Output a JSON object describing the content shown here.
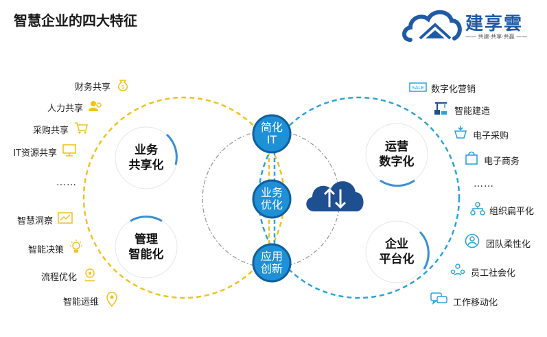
{
  "title": "智慧企业的四大特征",
  "logo": {
    "name": "建享雲",
    "tagline": "共建·共享·共赢"
  },
  "left_circle": {
    "clusters": [
      {
        "label_line1": "业务",
        "label_line2": "共享化"
      },
      {
        "label_line1": "管理",
        "label_line2": "智能化"
      }
    ],
    "items": [
      {
        "label": "财务共享",
        "icon": "money-bag-icon"
      },
      {
        "label": "人力共享",
        "icon": "people-icon"
      },
      {
        "label": "采购共享",
        "icon": "cart-icon"
      },
      {
        "label": "IT资源共享",
        "icon": "monitor-icon"
      },
      {
        "label": "智慧洞察",
        "icon": "chart-board-icon"
      },
      {
        "label": "智能决策",
        "icon": "lightbulb-icon"
      },
      {
        "label": "流程优化",
        "icon": "flow-icon"
      },
      {
        "label": "智能运维",
        "icon": "location-pin-icon"
      }
    ],
    "ellipsis": "……"
  },
  "right_circle": {
    "clusters": [
      {
        "label_line1": "运营",
        "label_line2": "数字化"
      },
      {
        "label_line1": "企业",
        "label_line2": "平台化"
      }
    ],
    "items": [
      {
        "label": "数字化营销",
        "icon": "sale-tag-icon"
      },
      {
        "label": "智能建造",
        "icon": "crane-icon"
      },
      {
        "label": "电子采购",
        "icon": "basket-icon"
      },
      {
        "label": "电子商务",
        "icon": "shopping-bag-icon"
      },
      {
        "label": "组织扁平化",
        "icon": "org-chart-icon"
      },
      {
        "label": "团队柔性化",
        "icon": "team-icon"
      },
      {
        "label": "员工社会化",
        "icon": "social-icon"
      },
      {
        "label": "工作移动化",
        "icon": "chat-icon"
      }
    ],
    "ellipsis": "……"
  },
  "center_nodes": [
    {
      "line1": "简化",
      "line2": "IT"
    },
    {
      "line1": "业务",
      "line2": "优化"
    },
    {
      "line1": "应用",
      "line2": "创新"
    }
  ],
  "colors": {
    "left_accent": "#f2c11c",
    "right_accent": "#2aa3d8",
    "node_fill": "#1f8fd6",
    "cloud": "#1d4f91"
  }
}
